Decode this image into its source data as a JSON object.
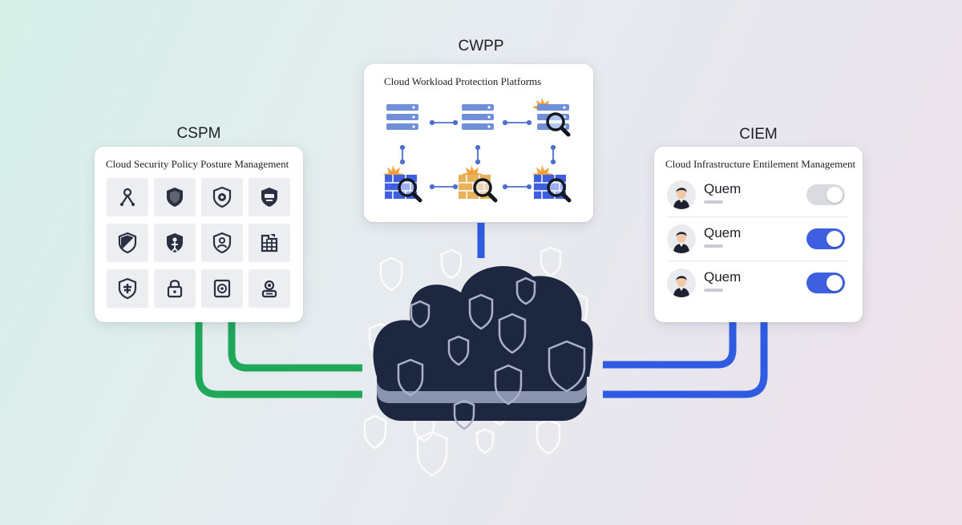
{
  "cspm": {
    "heading": "CSPM",
    "card_title": "Cloud Security Policy Posture Management",
    "icons": [
      "person-node-icon",
      "shield-icon",
      "shield-gear-icon",
      "shield-badge-icon",
      "shield-half-icon",
      "shield-person-icon",
      "shield-lock-icon",
      "firewall-grid-icon",
      "shield-cross-icon",
      "padlock-icon",
      "safe-dial-icon",
      "camera-device-icon"
    ]
  },
  "cwpp": {
    "heading": "CWPP",
    "card_title": "Cloud Workload Protection Platforms"
  },
  "ciem": {
    "heading": "CIEM",
    "card_title": "Cloud Infrastructure Entilement Management",
    "users": [
      {
        "name": "Quem",
        "toggle": "off"
      },
      {
        "name": "Quem",
        "toggle": "on"
      },
      {
        "name": "Quem",
        "toggle": "on"
      }
    ]
  },
  "colors": {
    "green_connector": "#1fa75a",
    "blue_connector": "#2f5be3",
    "cloud": "#1e2740",
    "accent_blue": "#3d5fe0",
    "firewall_orange": "#f0a13a"
  }
}
